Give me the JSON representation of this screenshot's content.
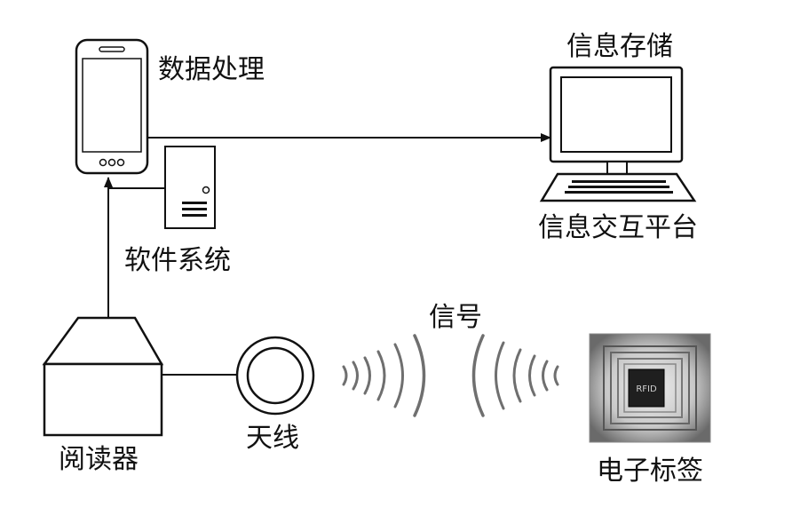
{
  "labels": {
    "data_processing": "数据处理",
    "info_storage": "信息存储",
    "info_platform": "信息交互平台",
    "software_system": "软件系统",
    "signal": "信号",
    "reader": "阅读器",
    "antenna": "天线",
    "tag": "电子标签",
    "tag_chip": "RFID"
  },
  "icons": {
    "phone": "smartphone-icon",
    "server": "server-tower-icon",
    "monitor": "desktop-computer-icon",
    "reader": "rfid-reader-icon",
    "antenna": "antenna-coil-icon",
    "tag": "rfid-tag-icon"
  }
}
